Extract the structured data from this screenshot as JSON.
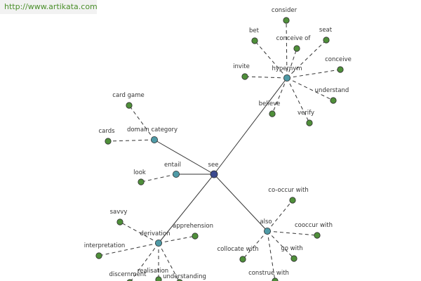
{
  "source_url": "http://www.artikata.com",
  "colors": {
    "center": "#3c4a8f",
    "relation": "#4f9aa6",
    "leaf": "#4f8f3a",
    "node_stroke": "#2e2e2e",
    "edge": "#333333"
  },
  "graph": {
    "center": {
      "id": "see",
      "label": "see"
    },
    "relations": [
      {
        "id": "hypernym",
        "label": "hypernym",
        "leaves": [
          "consider",
          "bet",
          "conceive of",
          "seat",
          "invite",
          "conceive",
          "understand",
          "believe",
          "verify"
        ]
      },
      {
        "id": "domain_category",
        "label": "domain category",
        "leaves": [
          "card game",
          "cards"
        ]
      },
      {
        "id": "entail",
        "label": "entail",
        "leaves": [
          "look"
        ]
      },
      {
        "id": "derivation",
        "label": "derivation",
        "leaves": [
          "savvy",
          "apprehension",
          "interpretation",
          "discernment",
          "realisation",
          "understanding"
        ]
      },
      {
        "id": "also",
        "label": "also",
        "leaves": [
          "co-occur with",
          "cooccur with",
          "collocate with",
          "go with",
          "construe with"
        ]
      }
    ]
  }
}
